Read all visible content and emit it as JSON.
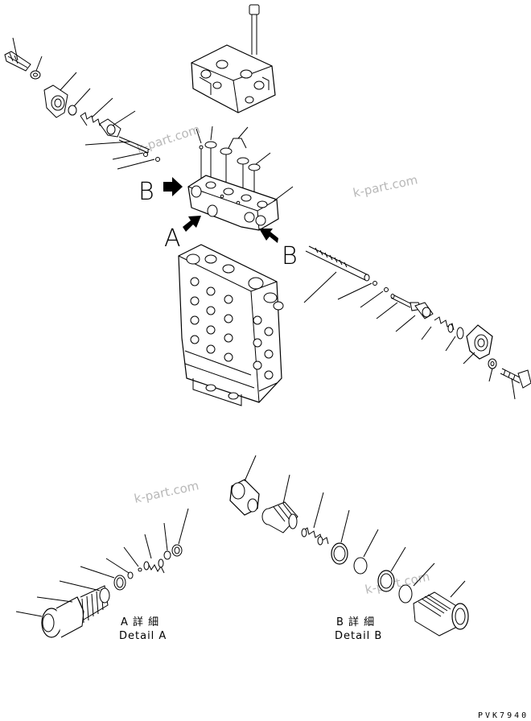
{
  "labels": {
    "arrow_b_left": "B",
    "arrow_a": "A",
    "arrow_b_right": "B",
    "detail_a_jp": "A 詳 細",
    "detail_a_en": "Detail A",
    "detail_b_jp": "B 詳 細",
    "detail_b_en": "Detail B",
    "drawing_code": "PVK7940"
  },
  "watermarks": [
    "k-part.com",
    "k-part.com",
    "k-part.com",
    "k-part.com"
  ]
}
